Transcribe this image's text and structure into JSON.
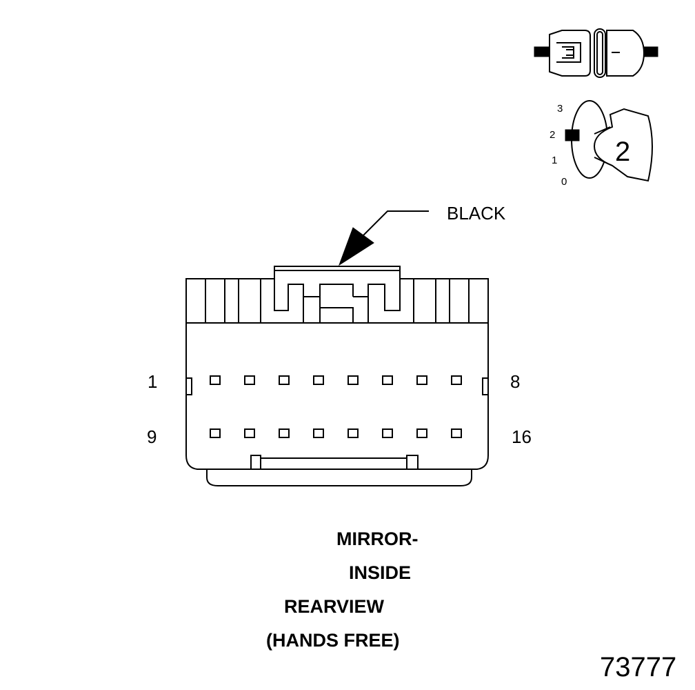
{
  "callout": {
    "color_label": "BLACK"
  },
  "pins": {
    "row1_start": "1",
    "row1_end": "8",
    "row2_start": "9",
    "row2_end": "16",
    "per_row": 8
  },
  "title": {
    "line1": "MIRROR-",
    "line2": "INSIDE",
    "line3": "REARVIEW",
    "line4": "(HANDS FREE)"
  },
  "key_indicator": {
    "positions": [
      "3",
      "2",
      "1",
      "0"
    ],
    "value": "2"
  },
  "figure_number": "73777"
}
